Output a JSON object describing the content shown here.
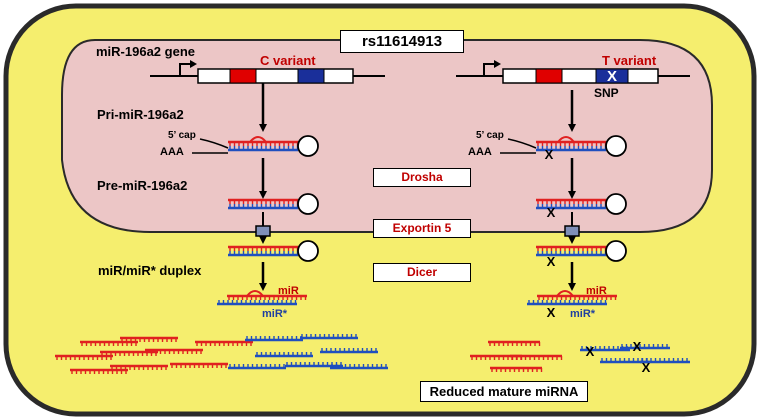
{
  "title_box": "rs11614913",
  "gene_label": "miR-196a2 gene",
  "c_variant": "C variant",
  "t_variant": "T variant",
  "snp_label": "SNP",
  "snp_mark": "X",
  "pri_label": "Pri-miR-196a2",
  "pre_label": "Pre-miR-196a2",
  "duplex_label": "miR/miR* duplex",
  "cap_label": "5’ cap",
  "polya_label": "AAA",
  "drosha": "Drosha",
  "exportin": "Exportin 5",
  "dicer": "Dicer",
  "mir_label": "miR",
  "mir_star_label": "miR*",
  "reduced": "Reduced mature miRNA",
  "colors": {
    "cell_fill": "#f5ee6e",
    "cell_stroke": "#2a2a2a",
    "nucleus_fill": "#ecc6c6",
    "red_strand": "#e02020",
    "blue_strand": "#1f4fbf",
    "gene_red": "#e00000",
    "gene_blue": "#1a2f9a"
  }
}
